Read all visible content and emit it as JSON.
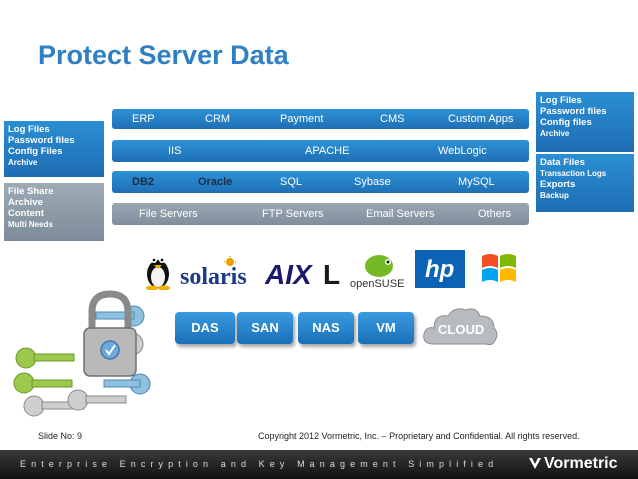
{
  "title": "Protect Server Data",
  "stack": {
    "apps": [
      "ERP",
      "CRM",
      "Payment",
      "CMS",
      "Custom Apps"
    ],
    "web": [
      "IIS",
      "APACHE",
      "WebLogic"
    ],
    "db": [
      "DB2",
      "Oracle",
      "SQL",
      "Sybase",
      "MySQL"
    ],
    "fs": [
      "File Servers",
      "FTP Servers",
      "Email Servers",
      "Others"
    ]
  },
  "left_panel": {
    "top": [
      "Log Files",
      "Password files",
      "Config Files"
    ],
    "top_small": "Archive",
    "bottom": [
      "File Share",
      "Archive",
      "Content"
    ],
    "bottom_small": "Multi Needs"
  },
  "right_panel": {
    "top": [
      "Log Files",
      "Password files",
      "Config files"
    ],
    "top_small": "Archive",
    "bottom_head": "Data Files",
    "bottom_small1": "Transaction Logs",
    "bottom_bold": "Exports",
    "bottom_small2": "Backup"
  },
  "os_logos": {
    "solaris": "solaris",
    "aix": "AIX",
    "aix_l": "L",
    "opensuse": "openSUSE",
    "hp": "hp"
  },
  "storage": [
    "DAS",
    "SAN",
    "NAS",
    "VM",
    "CLOUD"
  ],
  "footer": {
    "slide": "Slide No: 9",
    "copyright": "Copyright 2012 Vormetric, Inc. – Proprietary and Confidential. All rights reserved."
  },
  "bottom_bar": {
    "tagline": "Enterprise Encryption and Key Management Simplified",
    "brand": "Vormetric"
  },
  "colors": {
    "title": "#2e7fc4",
    "blue": "#2d92d6",
    "gray": "#8a98a5"
  }
}
